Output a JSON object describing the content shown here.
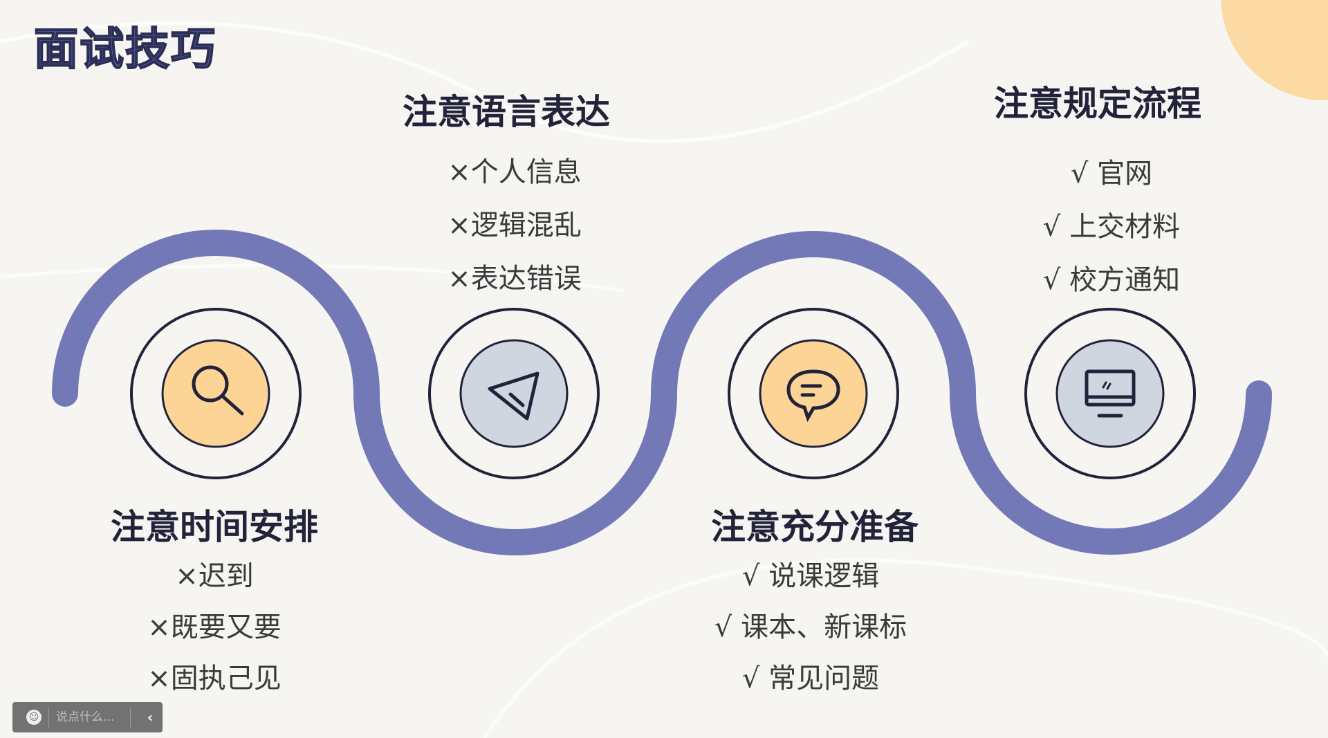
{
  "title": "面试技巧",
  "steps": [
    {
      "heading": "注意时间安排",
      "items": [
        "×迟到",
        "×既要又要",
        "×固执己见"
      ],
      "icon": "search-icon"
    },
    {
      "heading": "注意语言表达",
      "items": [
        "×个人信息",
        "×逻辑混乱",
        "×表达错误"
      ],
      "icon": "paper-plane-icon"
    },
    {
      "heading": "注意充分准备",
      "items": [
        "√ 说课逻辑",
        "√ 课本、新课标",
        "√ 常见问题"
      ],
      "icon": "chat-bubble-icon"
    },
    {
      "heading": "注意规定流程",
      "items": [
        "√ 官网",
        "√ 上交材料",
        "√ 校方通知"
      ],
      "icon": "monitor-icon"
    }
  ],
  "chat": {
    "placeholder": "说点什么..."
  },
  "colors": {
    "wave": "#7378b6",
    "peach": "#fcd596",
    "grey": "#d0d6e0",
    "ink": "#22223a"
  }
}
